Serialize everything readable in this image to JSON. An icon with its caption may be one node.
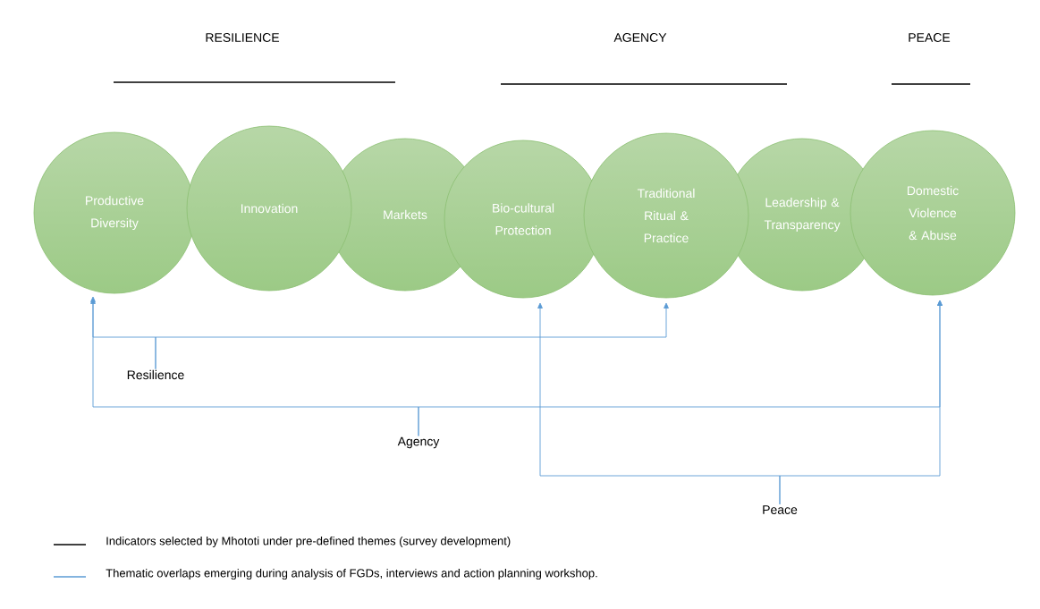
{
  "diagram": {
    "nodes": [
      {
        "text": [
          "Productive Diversity"
        ]
      },
      {
        "text": [
          "Innovation"
        ]
      },
      {
        "text": [
          "Markets"
        ]
      },
      {
        "text": [
          "Bio-cultural Protection"
        ]
      },
      {
        "text": [
          "Traditional Ritual & Practice"
        ]
      },
      {
        "text": [
          "Leadership & Transparency"
        ]
      },
      {
        "text": [
          "Domestic Violence & Abuse"
        ]
      },
      {
        "text": [
          "Resilience"
        ]
      },
      {
        "text": [
          "Agency"
        ]
      },
      {
        "text": [
          "Peace"
        ]
      }
    ],
    "edges": [
      {
        "from": 7,
        "to": 0,
        "arrow": "to"
      },
      {
        "from": 7,
        "to": 4,
        "arrow": "to"
      },
      {
        "from": 8,
        "to": 0,
        "arrow": "to"
      },
      {
        "from": 8,
        "to": 6,
        "arrow": "to"
      },
      {
        "from": 9,
        "to": 3,
        "arrow": "to"
      },
      {
        "from": 9,
        "to": 6,
        "arrow": "to"
      }
    ],
    "labels": [
      "RESILIENCE",
      "AGENCY",
      "PEACE"
    ],
    "legend": [
      {
        "text": "Indicators selected by Mhototi under pre-defined themes (survey development)"
      },
      {
        "text": "Thematic overlaps emerging during analysis of FGDs, interviews and action planning workshop."
      }
    ]
  }
}
